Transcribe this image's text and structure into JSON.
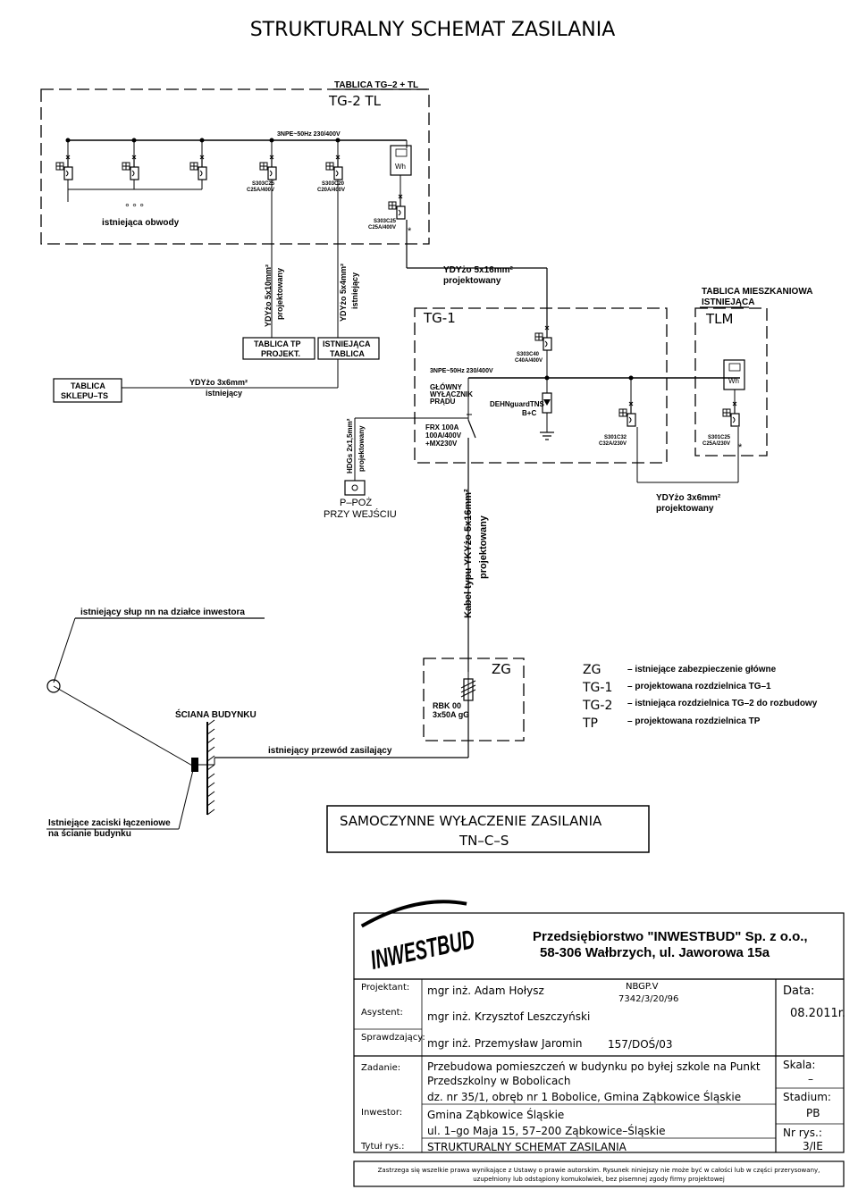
{
  "title": "STRUKTURALNY SCHEMAT ZASILANIA",
  "tg2_panel": {
    "header": "TABLICA TG–2 + TL",
    "label": "TG-2  TL",
    "bus": "3NPE~50Hz 230/400V",
    "breaker_a_line1": "S303C25",
    "breaker_a_line2": "C25A/400V",
    "breaker_b_line1": "S303C20",
    "breaker_b_line2": "C20A/400V",
    "breaker_c_line1": "S303C25",
    "breaker_c_line2": "C25A/400V",
    "circuits_note": "istniejąca  obwody",
    "meter": "Wh",
    "dots": "°   °   °"
  },
  "cables": {
    "tp_feed_line1": "YDYżo  5x10mm²",
    "tp_feed_line2": "projektowany",
    "existing_feed_line1": "YDYżo  5x4mm²",
    "existing_feed_line2": "istniejący",
    "tg1_feed_line1": "YDYżo  5x16mm²",
    "tg1_feed_line2": "projektowany",
    "shop_feed_line1": "YDYżo  3x6mm²",
    "shop_feed_line2": "istniejący",
    "fire_line1": "HDGs 2x1,5mm²",
    "fire_line2": "projektowany",
    "tlm_feed_line1": "YDYżo  3x6mm²",
    "tlm_feed_line2": "projektowany",
    "main_cable_line1": "Kabel typu YKYżo 5x16mm²",
    "main_cable_line2": "projektowany"
  },
  "boards": {
    "tp_line1": "TABLICA TP",
    "tp_line2": "PROJEKT.",
    "existing_line1": "ISTNIEJĄCA",
    "existing_line2": "TABLICA",
    "shop_line1": "TABLICA",
    "shop_line2": "SKLEPU–TS",
    "tlm_header_line1": "TABLICA  MIESZKANIOWA",
    "tlm_header_line2": "ISTNIEJĄCA",
    "tlm_label": "TLM",
    "tlm_breaker_line1": "S301C25",
    "tlm_breaker_line2": "C25A/230V",
    "tlm_meter": "Wh"
  },
  "tg1_panel": {
    "label": "TG-1",
    "bus": "3NPE~50Hz    230/400V",
    "main_switch_line1": "GŁÓWNY",
    "main_switch_line2": "WYŁĄCZNIK",
    "main_switch_line3": "PRĄDU",
    "frx_line1": "FRX 100A",
    "frx_line2": "100A/400V",
    "frx_line3": "+MX230V",
    "spd_line1": "DEHNguardTNS",
    "spd_line2": "B+C",
    "breaker_top_line1": "S303C40",
    "breaker_top_line2": "C40A/400V",
    "breaker_right_line1": "S301C32",
    "breaker_right_line2": "C32A/230V"
  },
  "fire_switch": {
    "line1": "P–POŻ",
    "line2": "PRZY  WEJŚCIU"
  },
  "zg": {
    "label": "ZG",
    "fuse_line1": "RBK 00",
    "fuse_line2": "3x50A  gG"
  },
  "site": {
    "pole_note": "istniejący  słup  nn  na  działce  inwestora",
    "wall": "ŚCIANA  BUDYNKU",
    "supply_wire": "istniejący  przewód  zasilający",
    "terminals_line1": "Istniejące  zaciski  łączeniowe",
    "terminals_line2": "na  ścianie  budynku"
  },
  "legend": [
    {
      "code": "ZG",
      "desc": "–  istniejące  zabezpieczenie  główne"
    },
    {
      "code": "TG-1",
      "desc": "–  projektowana  rozdzielnica  TG–1"
    },
    {
      "code": "TG-2",
      "desc": "–  istniejąca  rozdzielnica  TG–2  do  rozbudowy"
    },
    {
      "code": "TP",
      "desc": "–  projektowana  rozdzielnica  TP"
    }
  ],
  "auto_off": {
    "line1": "SAMOCZYNNE  WYŁACZENIE  ZASILANIA",
    "line2": "TN–C–S"
  },
  "title_block": {
    "logo": "INWESTBUD",
    "company_line1": "Przedsiębiorstwo \"INWESTBUD\" Sp. z o.o.,",
    "company_line2": "58-306 Wałbrzych, ul. Jaworowa 15a",
    "designer_label": "Projektant:",
    "designer": "mgr  inż.  Adam  Hołysz",
    "license_line1": "NBGP.V",
    "license_line2": "7342/3/20/96",
    "assistant_label": "Asystent:",
    "assistant": "mgr  inż.  Krzysztof  Leszczyński",
    "date_label": "Data:",
    "date": "08.2011r.",
    "checker_label": "Sprawdzający:",
    "checker": "mgr  inż.  Przemysław  Jaromin",
    "checker_license": "157/DOŚ/03",
    "task_label": "Zadanie:",
    "task_line1": "Przebudowa  pomieszczeń  w  budynku  po  byłej  szkole  na  Punkt",
    "task_line2": "Przedszkolny  w  Bobolicach",
    "task_line3": "dz.  nr  35/1,  obręb  nr  1  Bobolice,  Gmina  Ząbkowice  Śląskie",
    "scale_label": "Skala:",
    "scale": "–",
    "stage_label": "Stadium:",
    "stage": "PB",
    "investor_label": "Inwestor:",
    "investor_line1": "Gmina  Ząbkowice  Śląskie",
    "investor_line2": "ul.  1–go  Maja  15,  57–200  Ząbkowice–Śląskie",
    "drawing_no_label": "Nr  rys.:",
    "drawing_no": "3/IE",
    "drawing_title_label": "Tytuł  rys.:",
    "drawing_title": "STRUKTURALNY  SCHEMAT  ZASILANIA",
    "copyright_line1": "Zastrzega  się  wszelkie  prawa  wynikające  z  Ustawy  o  prawie  autorskim.  Rysunek  niniejszy  nie  może  być  w  całości  lub  w  części  przerysowany,",
    "copyright_line2": "uzupełniony  lub  odstąpiony  komukolwiek,  bez  pisemnej  zgody  firmy  projektowej"
  }
}
